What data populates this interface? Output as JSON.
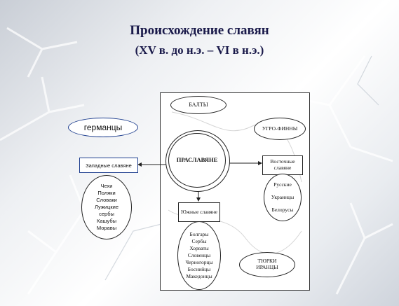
{
  "slide": {
    "title": "Происхождение славян",
    "subtitle": "(XV в. до н.э. – VI в н.э.)"
  },
  "outside": {
    "germans": "германцы",
    "west_slavs": "Западные славяне",
    "west_list": [
      "Чехи",
      "Поляки",
      "Словаки",
      "Лужицкие сербы",
      "Кашубы",
      "Моравы"
    ]
  },
  "diagram": {
    "balts": "БАЛТЫ",
    "ugro_finns": "УГРО-ФИННЫ",
    "proto_slavs": "ПРАСЛАВЯНЕ",
    "east_slavs": "Восточные славяне",
    "east_list": [
      "Русские",
      "Украинцы",
      "Белорусы"
    ],
    "south_slavs": "Южные славяне",
    "south_list": [
      "Болгары",
      "Сербы",
      "Хорваты",
      "Словенцы",
      "Черногорцы",
      "Боснийцы",
      "Македонцы"
    ],
    "turks_iranians_line1": "ТЮРКИ",
    "turks_iranians_line2": "ИРАНЦЫ"
  },
  "colors": {
    "title": "#1a1a4a",
    "germans_border": "#1f3f8f",
    "west_border": "#1f3f8f"
  }
}
